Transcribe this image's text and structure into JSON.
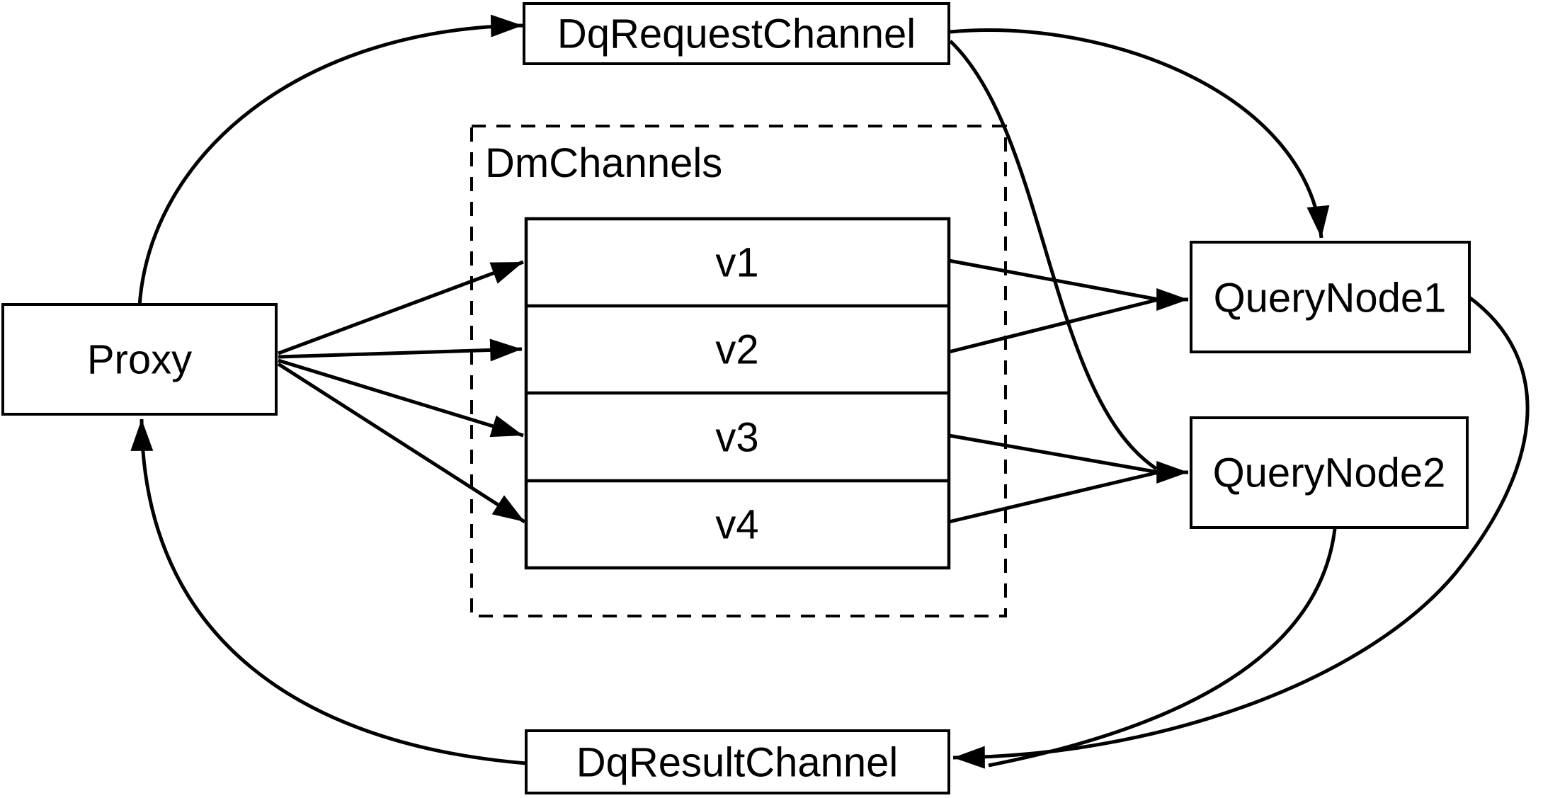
{
  "diagram": {
    "colors": {
      "ink": "#000000",
      "background": "#ffffff"
    },
    "nodes": {
      "proxy": {
        "label": "Proxy"
      },
      "dqRequestChannel": {
        "label": "DqRequestChannel"
      },
      "dmChannels": {
        "label": "DmChannels",
        "rows": [
          "v1",
          "v2",
          "v3",
          "v4"
        ]
      },
      "queryNode1": {
        "label": "QueryNode1"
      },
      "queryNode2": {
        "label": "QueryNode2"
      },
      "dqResultChannel": {
        "label": "DqResultChannel"
      }
    },
    "edges": [
      {
        "from": "Proxy",
        "to": "DqRequestChannel"
      },
      {
        "from": "Proxy",
        "to": "v1"
      },
      {
        "from": "Proxy",
        "to": "v2"
      },
      {
        "from": "Proxy",
        "to": "v3"
      },
      {
        "from": "Proxy",
        "to": "v4"
      },
      {
        "from": "v1",
        "to": "QueryNode1"
      },
      {
        "from": "v2",
        "to": "QueryNode1"
      },
      {
        "from": "v3",
        "to": "QueryNode2"
      },
      {
        "from": "v4",
        "to": "QueryNode2"
      },
      {
        "from": "DqRequestChannel",
        "to": "QueryNode1"
      },
      {
        "from": "DqRequestChannel",
        "to": "QueryNode2"
      },
      {
        "from": "QueryNode1",
        "to": "DqResultChannel"
      },
      {
        "from": "QueryNode2",
        "to": "DqResultChannel"
      },
      {
        "from": "DqResultChannel",
        "to": "Proxy"
      }
    ]
  }
}
